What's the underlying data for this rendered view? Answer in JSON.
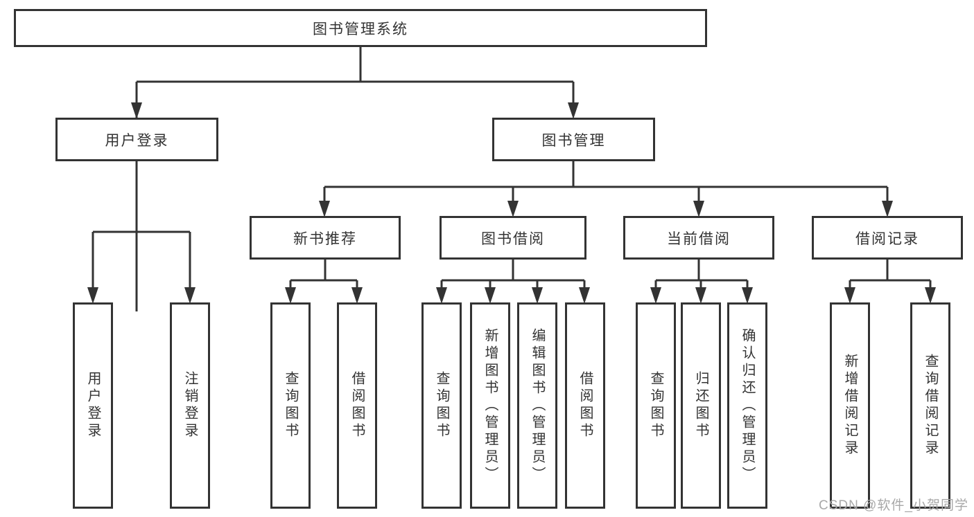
{
  "diagram": {
    "title": "图书管理系统",
    "tree": {
      "root": {
        "label": "图书管理系统"
      },
      "children": [
        {
          "label": "用户登录",
          "children": [
            {
              "label": "用户登录"
            },
            {
              "label": "注销登录"
            }
          ]
        },
        {
          "label": "图书管理",
          "children": [
            {
              "label": "新书推荐",
              "children": [
                {
                  "label": "查询图书"
                },
                {
                  "label": "借阅图书"
                }
              ]
            },
            {
              "label": "图书借阅",
              "children": [
                {
                  "label": "查询图书"
                },
                {
                  "label": "新增图书（管理员）"
                },
                {
                  "label": "编辑图书（管理员）"
                },
                {
                  "label": "借阅图书"
                }
              ]
            },
            {
              "label": "当前借阅",
              "children": [
                {
                  "label": "查询图书"
                },
                {
                  "label": "归还图书"
                },
                {
                  "label": "确认归还（管理员）"
                }
              ]
            },
            {
              "label": "借阅记录",
              "children": [
                {
                  "label": "新增借阅记录"
                },
                {
                  "label": "查询借阅记录"
                }
              ]
            }
          ]
        }
      ]
    },
    "colors": {
      "line": "#333333",
      "box_border": "#333333",
      "box_fill": "#ffffff",
      "text": "#333333",
      "watermark": "#a8a8a8",
      "background": "#ffffff"
    }
  },
  "watermark": {
    "text": "CSDN @软件_小贺同学"
  }
}
